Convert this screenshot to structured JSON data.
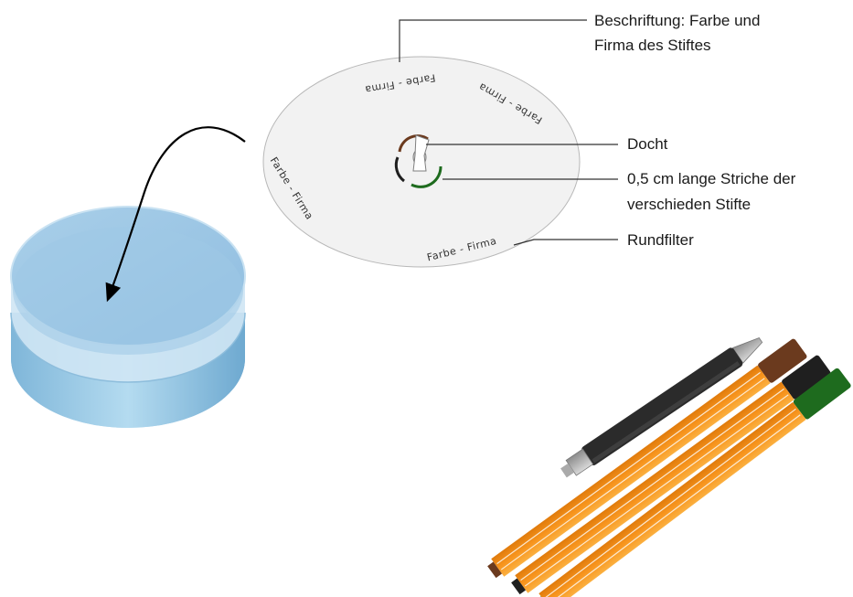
{
  "callouts": {
    "label_line1": "Beschriftung: Farbe und",
    "label_line2": "Firma des Stiftes",
    "wick": "Docht",
    "strokes_line1": "0,5 cm lange Striche der",
    "strokes_line2": "verschieden Stifte",
    "filter": "Rundfilter"
  },
  "filter_labels": {
    "top": "Farbe - Firma",
    "top_right": "Farbe - Firma",
    "left": "Farbe - Firma",
    "bottom": "Farbe - Firma"
  },
  "icons": {
    "dish": "petri-dish-with-water",
    "arrow": "curved-arrow",
    "pens": "felt-tip-pens"
  },
  "colors": {
    "water": "#9cc9e6",
    "filter": "#f2f2f2",
    "pen_body": "#f7941d",
    "pen_brown": "#6b3a1e",
    "pen_black": "#1f1f1f",
    "pen_green": "#1e6b1e",
    "pencil_body": "#2b2b2b"
  }
}
